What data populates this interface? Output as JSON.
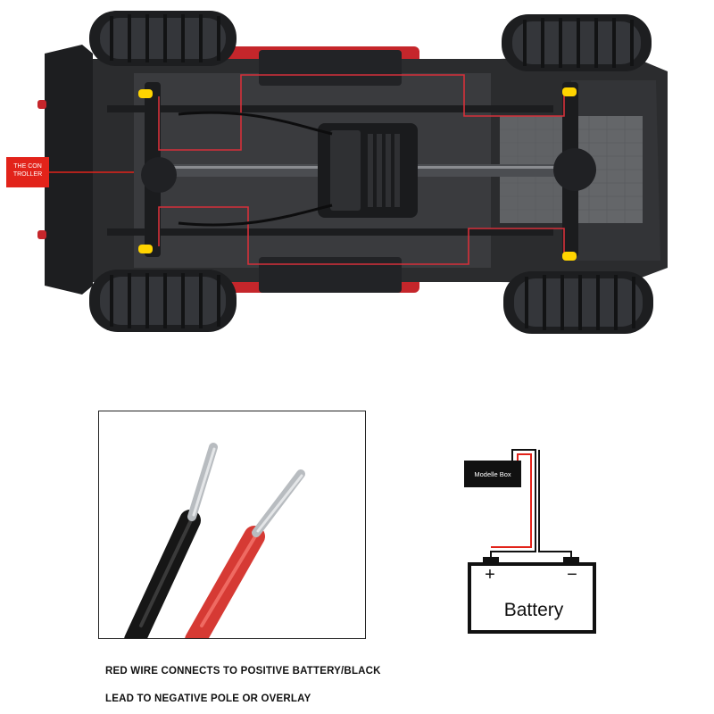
{
  "controller_callout": {
    "line1": "THE CON",
    "line2": "TROLLER"
  },
  "diagram": {
    "module_box": "Modelle Box",
    "battery_label": "Battery",
    "positive_symbol": "+",
    "negative_symbol": "−"
  },
  "caption": {
    "line1": "RED WIRE CONNECTS TO POSITIVE BATTERY/BLACK",
    "line2": "LEAD TO NEGATIVE POLE OR OVERLAY"
  },
  "colors": {
    "red_wire": "#d63a34",
    "black_wire": "#161616",
    "callout_red": "#e2231a",
    "led_yellow": "#ffd400"
  }
}
